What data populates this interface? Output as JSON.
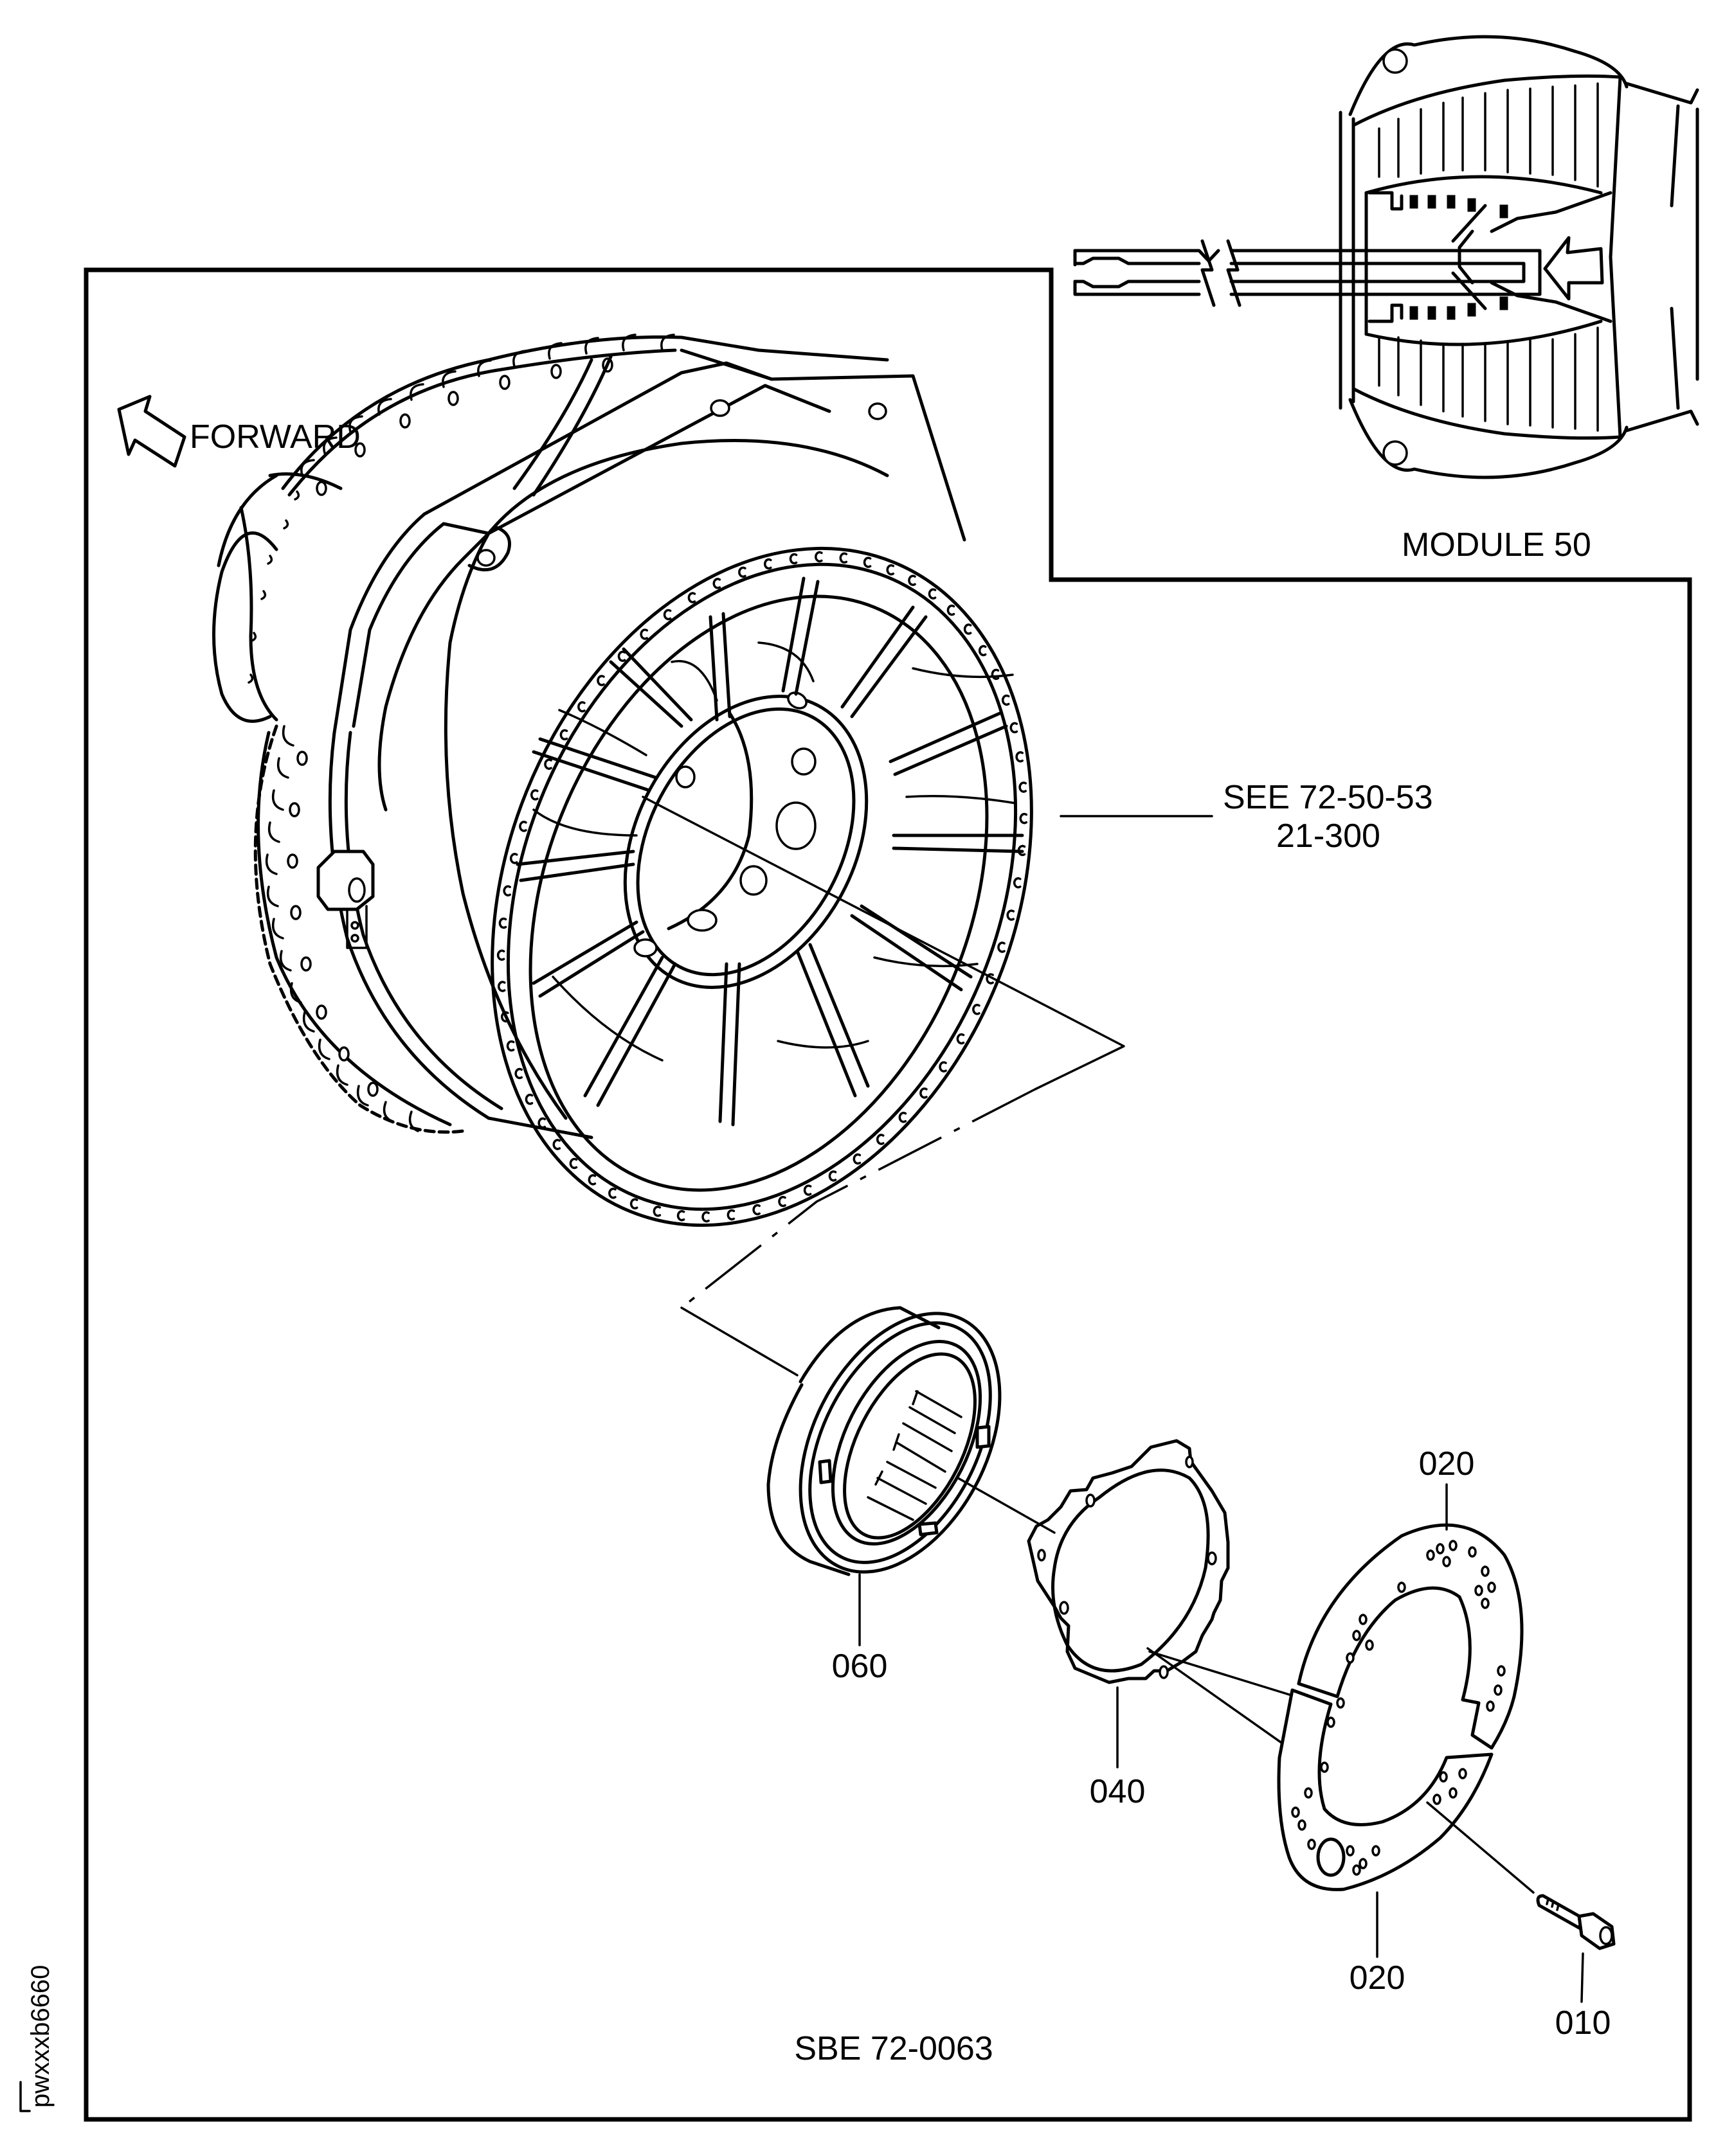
{
  "drawing": {
    "direction_label": "FORWARD",
    "inset_caption": "MODULE 50",
    "cross_reference": {
      "line1": "SEE 72-50-53",
      "line2": "21-300"
    },
    "service_bulletin": "SBE 72-0063",
    "figure_code": "pwxxxb6660",
    "callouts": [
      {
        "id": "item-010",
        "label": "010"
      },
      {
        "id": "item-020-top",
        "label": "020"
      },
      {
        "id": "item-020-bottom",
        "label": "020"
      },
      {
        "id": "item-040",
        "label": "040"
      },
      {
        "id": "item-060",
        "label": "060"
      }
    ],
    "icons": {
      "direction_arrow": "forward-arrow-icon",
      "flow_arrow": "airflow-arrow-icon"
    }
  }
}
